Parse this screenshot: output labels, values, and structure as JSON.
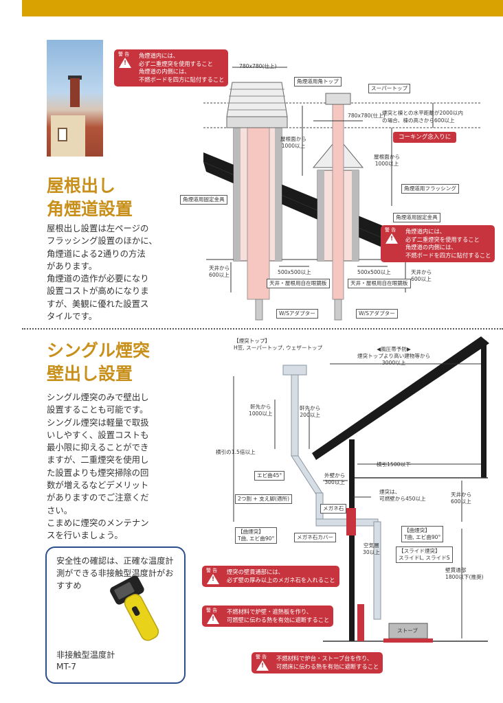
{
  "section1": {
    "title_line1": "屋根出し",
    "title_line2": "角煙道設置",
    "body": [
      "屋根出し設置は左ページの",
      "フラッシング設置のほかに、",
      "角煙道による2通りの方法",
      "があります。",
      "角煙道の造作が必要になり",
      "設置コストが高めになりま",
      "すが、美観に優れた設置ス",
      "タイルです。"
    ]
  },
  "section2": {
    "title_line1": "シングル煙突",
    "title_line2": "壁出し設置",
    "body": [
      "シングル煙突のみで壁出し",
      "設置することも可能です。",
      "シングル煙突は軽量で取扱",
      "いしやすく、設置コストも",
      "最小限に抑えることができ",
      "ますが、二重煙突を使用し",
      "た設置よりも煙突掃除の回",
      "数が増えるなどデメリット",
      "がありますのでご注意くだ",
      "さい。",
      "こまめに煙突のメンテナン",
      "スを行いましょう。"
    ]
  },
  "thermometer": {
    "text": [
      "安全性の確認は、正確な温度計",
      "測ができる非接触型温度計がお",
      "すすめ"
    ],
    "name_line1": "非接触型温度計",
    "name_line2": "MT-7"
  },
  "warnings": {
    "tag": "警 告",
    "w1": [
      "角煙道内には、",
      "必ず二重煙突を使用すること",
      "角煙道の内側には、",
      "不燃ボードを四方に貼付すること"
    ],
    "w2": [
      "角煙道内には、",
      "必ず二重煙突を使用すること",
      "角煙道の内側には、",
      "不燃ボードを四方に貼付すること"
    ],
    "w3": [
      "煙突の壁貫通部には、",
      "必ず壁の厚み以上のメガネ石を入れること"
    ],
    "w4": [
      "不燃材料で炉壁・遮熱板を作り、",
      "可燃壁に伝わる熱を有効に遮断すること"
    ],
    "w5": [
      "不燃材料で炉台・ストーブ台を作り、",
      "可燃床に伝わる熱を有効に遮断すること"
    ]
  },
  "diagram1": {
    "size_top": "780x780(仕上)",
    "kakuentop": "角煙道用角トップ",
    "supertop": "スーパートップ",
    "distance_note_1": "煙突と棟との水平距離が2000以内",
    "distance_note_2": "の場合、棟の高さから600以上",
    "size_mid": "780x780(仕上)",
    "caulking": "コーキング念入りに",
    "roof_1000_a_1": "屋根面から",
    "roof_1000_a_2": "1000以上",
    "roof_1000_b_1": "屋根面から",
    "roof_1000_b_2": "1000以上",
    "flashing": "角煙道用フラッシング",
    "kotei_left": "角煙道用固定金具",
    "kotei_right": "角煙道用固定金具",
    "ceiling_a_1": "天井から",
    "ceiling_a_2": "600以上",
    "ceiling_b_1": "天井から",
    "ceiling_b_2": "600以上",
    "size_500_a": "500x500以上",
    "size_500_b": "500x500以上",
    "tenjo_a": "天井・屋根用自在眼鏡板",
    "tenjo_b": "天井・屋根用自在眼鏡板",
    "ws_a": "W/Sアダプター",
    "ws_b": "W/Sアダプター"
  },
  "diagram2": {
    "entotsu_top_1": "【煙突トップ】",
    "entotsu_top_2": "H笠, スーパートップ, ウェザートップ",
    "wind_1": "◀風圧帯予防▶",
    "wind_2": "煙突トップより高い建物等から",
    "wind_3": "3000以上",
    "nokisaki_a_1": "軒先から",
    "nokisaki_a_2": "1000以上",
    "nokisaki_b_1": "軒先から",
    "nokisaki_b_2": "200以上",
    "yokobiki_15": "横引の1.5倍以上",
    "yokobiki_1500": "横引1500以下",
    "ebi45": "エビ曲45°",
    "gaiheki_1": "外壁から",
    "gaiheki_2": "300以上",
    "futatsuwari": "2つ割 + 支え脚(適所)",
    "entotsu_wa_1": "煙突は、",
    "entotsu_wa_2": "可燃壁から450以上",
    "ceiling_1": "天井から",
    "ceiling_2": "600以上",
    "meganeishi": "メガネ石",
    "kyokuentotsu_l_1": "【曲煙突】",
    "kyokuentotsu_l_2": "T曲, エビ曲90°",
    "meganeishi_cover": "メガネ石カバー",
    "kyokuentotsu_r_1": "【曲煙突】",
    "kyokuentotsu_r_2": "T曲, エビ曲90°",
    "kuki_1": "空気層",
    "kuki_2": "30以上",
    "slide_1": "【スライド煙突】",
    "slide_2": "スライドL, スライドS",
    "hekikan_1": "壁貫通部",
    "hekikan_2": "1800以下(推奨)",
    "stove": "ストーブ"
  }
}
